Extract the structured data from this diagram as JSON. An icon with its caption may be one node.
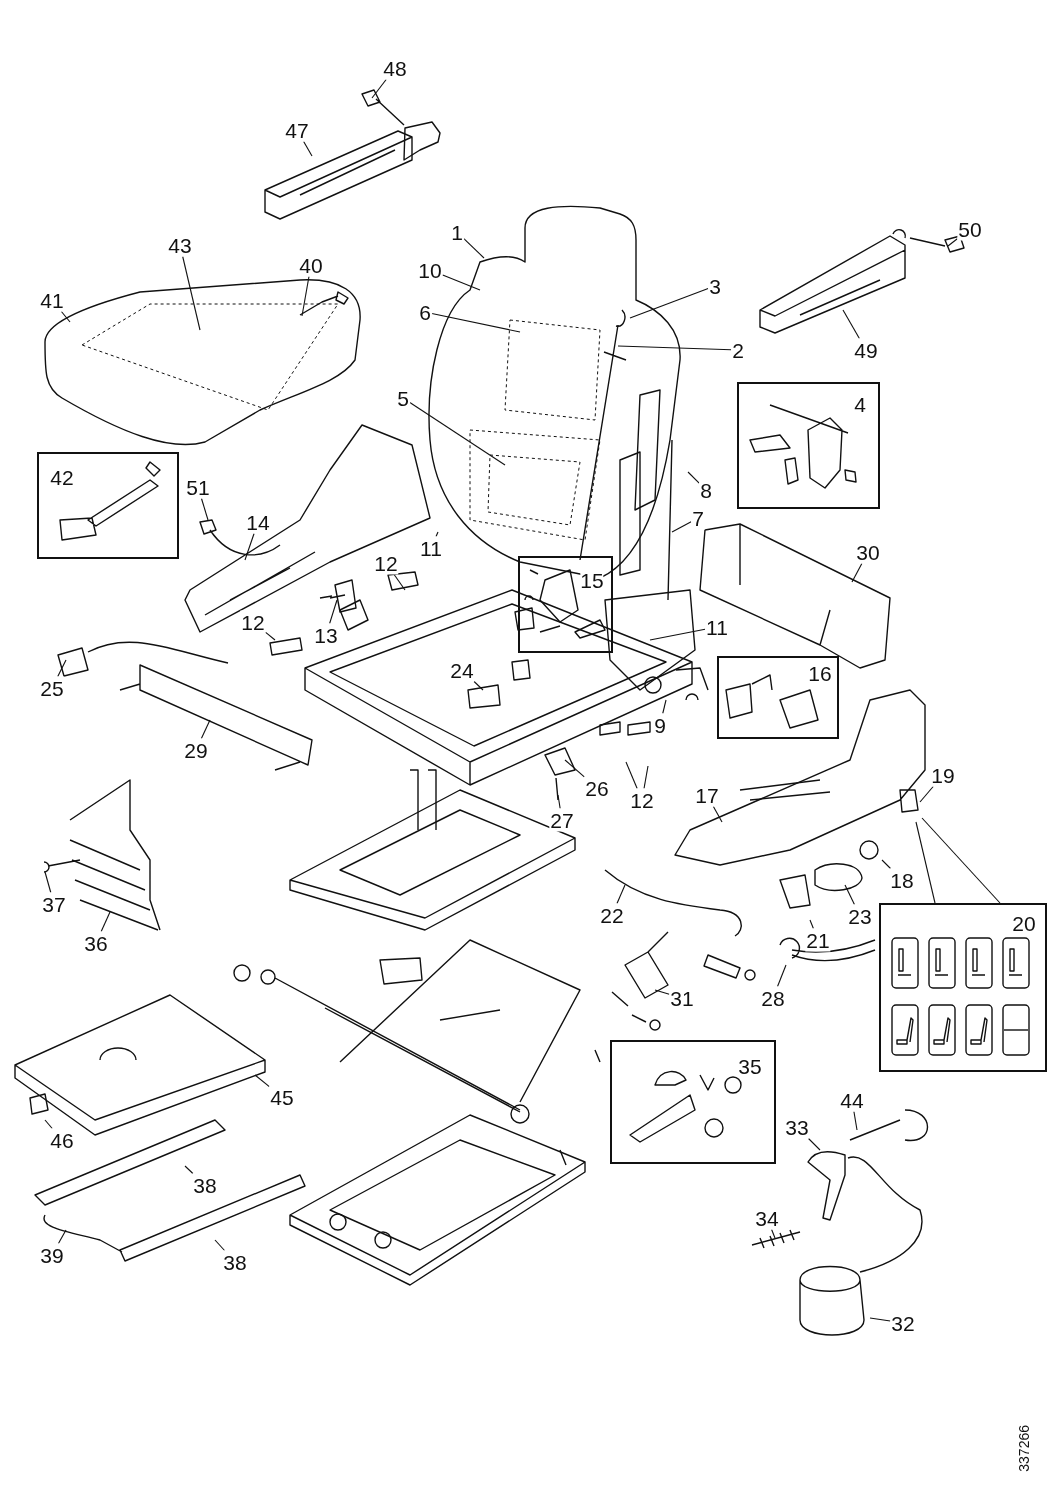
{
  "diagram": {
    "nodes": [
      {
        "text": [
          "48"
        ]
      },
      {
        "text": [
          "47"
        ]
      },
      {
        "text": [
          "1"
        ]
      },
      {
        "text": [
          "10"
        ]
      },
      {
        "text": [
          "6"
        ]
      },
      {
        "text": [
          "5"
        ]
      },
      {
        "text": [
          "3"
        ]
      },
      {
        "text": [
          "2"
        ]
      },
      {
        "text": [
          "50"
        ]
      },
      {
        "text": [
          "49"
        ]
      },
      {
        "text": [
          "43"
        ]
      },
      {
        "text": [
          "40"
        ]
      },
      {
        "text": [
          "41"
        ]
      },
      {
        "text": [
          "42"
        ]
      },
      {
        "text": [
          "4"
        ]
      },
      {
        "text": [
          "8"
        ]
      },
      {
        "text": [
          "51"
        ]
      },
      {
        "text": [
          "14"
        ]
      },
      {
        "text": [
          "11"
        ]
      },
      {
        "text": [
          "7"
        ]
      },
      {
        "text": [
          "30"
        ]
      },
      {
        "text": [
          "12"
        ]
      },
      {
        "text": [
          "15"
        ]
      },
      {
        "text": [
          "12"
        ]
      },
      {
        "text": [
          "13"
        ]
      },
      {
        "text": [
          "11"
        ]
      },
      {
        "text": [
          "25"
        ]
      },
      {
        "text": [
          "24"
        ]
      },
      {
        "text": [
          "16"
        ]
      },
      {
        "text": [
          "9"
        ]
      },
      {
        "text": [
          "29"
        ]
      },
      {
        "text": [
          "26"
        ]
      },
      {
        "text": [
          "12"
        ]
      },
      {
        "text": [
          "27"
        ]
      },
      {
        "text": [
          "19"
        ]
      },
      {
        "text": [
          "17"
        ]
      },
      {
        "text": [
          "37"
        ]
      },
      {
        "text": [
          "36"
        ]
      },
      {
        "text": [
          "18"
        ]
      },
      {
        "text": [
          "22"
        ]
      },
      {
        "text": [
          "23"
        ]
      },
      {
        "text": [
          "21"
        ]
      },
      {
        "text": [
          "20"
        ]
      },
      {
        "text": [
          "31"
        ]
      },
      {
        "text": [
          "28"
        ]
      },
      {
        "text": [
          "35"
        ]
      },
      {
        "text": [
          "45"
        ]
      },
      {
        "text": [
          "46"
        ]
      },
      {
        "text": [
          "44"
        ]
      },
      {
        "text": [
          "33"
        ]
      },
      {
        "text": [
          "38"
        ]
      },
      {
        "text": [
          "34"
        ]
      },
      {
        "text": [
          "39"
        ]
      },
      {
        "text": [
          "38"
        ]
      },
      {
        "text": [
          "32"
        ]
      }
    ],
    "edges": [
      {
        "from": 0,
        "to": null,
        "arrow": "none"
      },
      {
        "from": 1,
        "to": null,
        "arrow": "none"
      },
      {
        "from": 2,
        "to": null,
        "arrow": "none"
      },
      {
        "from": 3,
        "to": null,
        "arrow": "none"
      },
      {
        "from": 4,
        "to": null,
        "arrow": "none"
      },
      {
        "from": 5,
        "to": null,
        "arrow": "none"
      },
      {
        "from": 6,
        "to": null,
        "arrow": "none"
      },
      {
        "from": 7,
        "to": null,
        "arrow": "none"
      },
      {
        "from": 8,
        "to": null,
        "arrow": "none"
      },
      {
        "from": 9,
        "to": null,
        "arrow": "none"
      },
      {
        "from": 10,
        "to": null,
        "arrow": "none"
      },
      {
        "from": 11,
        "to": null,
        "arrow": "none"
      },
      {
        "from": 12,
        "to": null,
        "arrow": "none"
      },
      {
        "from": 15,
        "to": null,
        "arrow": "none"
      },
      {
        "from": 16,
        "to": null,
        "arrow": "none"
      },
      {
        "from": 17,
        "to": null,
        "arrow": "none"
      },
      {
        "from": 18,
        "to": null,
        "arrow": "none"
      },
      {
        "from": 19,
        "to": null,
        "arrow": "none"
      },
      {
        "from": 20,
        "to": null,
        "arrow": "none"
      },
      {
        "from": 21,
        "to": null,
        "arrow": "none"
      },
      {
        "from": 23,
        "to": null,
        "arrow": "none"
      },
      {
        "from": 24,
        "to": null,
        "arrow": "none"
      },
      {
        "from": 25,
        "to": null,
        "arrow": "none"
      },
      {
        "from": 26,
        "to": null,
        "arrow": "none"
      },
      {
        "from": 27,
        "to": null,
        "arrow": "none"
      },
      {
        "from": 29,
        "to": null,
        "arrow": "none"
      },
      {
        "from": 30,
        "to": null,
        "arrow": "none"
      },
      {
        "from": 31,
        "to": null,
        "arrow": "none"
      },
      {
        "from": 32,
        "to": null,
        "arrow": "none"
      },
      {
        "from": 32,
        "to": null,
        "arrow": "none"
      },
      {
        "from": 33,
        "to": null,
        "arrow": "none"
      },
      {
        "from": 34,
        "to": null,
        "arrow": "none"
      },
      {
        "from": 35,
        "to": null,
        "arrow": "none"
      },
      {
        "from": 36,
        "to": null,
        "arrow": "none"
      },
      {
        "from": 37,
        "to": null,
        "arrow": "none"
      },
      {
        "from": 38,
        "to": null,
        "arrow": "none"
      },
      {
        "from": 39,
        "to": null,
        "arrow": "none"
      },
      {
        "from": 40,
        "to": null,
        "arrow": "none"
      },
      {
        "from": 41,
        "to": null,
        "arrow": "none"
      },
      {
        "from": 42,
        "to": null,
        "arrow": "none"
      },
      {
        "from": 42,
        "to": null,
        "arrow": "none"
      },
      {
        "from": 43,
        "to": null,
        "arrow": "none"
      },
      {
        "from": 44,
        "to": null,
        "arrow": "none"
      },
      {
        "from": 46,
        "to": null,
        "arrow": "none"
      },
      {
        "from": 47,
        "to": null,
        "arrow": "none"
      },
      {
        "from": 48,
        "to": null,
        "arrow": "none"
      },
      {
        "from": 49,
        "to": null,
        "arrow": "none"
      },
      {
        "from": 50,
        "to": null,
        "arrow": "none"
      },
      {
        "from": 51,
        "to": null,
        "arrow": "none"
      },
      {
        "from": 52,
        "to": null,
        "arrow": "none"
      },
      {
        "from": 53,
        "to": null,
        "arrow": "none"
      },
      {
        "from": 54,
        "to": null,
        "arrow": "none"
      }
    ],
    "labels": [
      "337266"
    ]
  }
}
